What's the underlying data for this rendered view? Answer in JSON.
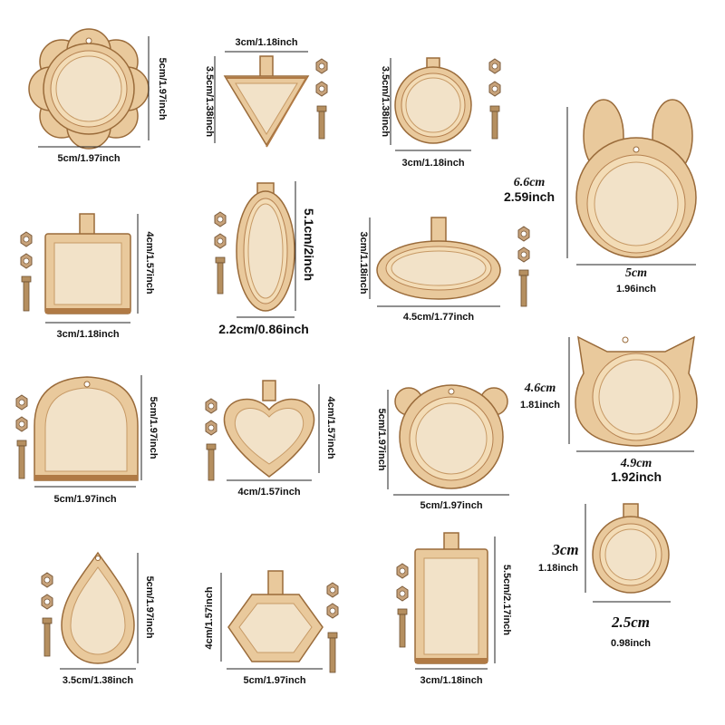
{
  "items": {
    "flower": {
      "width": "5cm/1.97inch",
      "height": "5cm/1.97inch"
    },
    "triangle": {
      "width": "3cm/1.18inch",
      "height": "3.5cm/1.38inch"
    },
    "small_round": {
      "width": "3cm/1.18inch",
      "height": "3.5cm/1.38inch"
    },
    "bunny": {
      "height_cm": "6.6cm",
      "height_in": "2.59inch",
      "width_cm": "5cm",
      "width_in": "1.96inch"
    },
    "square": {
      "width": "3cm/1.18inch",
      "height": "4cm/1.57inch"
    },
    "tall_oval": {
      "width": "2.2cm/0.86inch",
      "height": "5.1cm/2inch"
    },
    "wide_oval": {
      "width": "4.5cm/1.77inch",
      "height": "3cm/1.18inch"
    },
    "arch": {
      "width": "5cm/1.97inch",
      "height": "5cm/1.97inch"
    },
    "heart": {
      "width": "4cm/1.57inch",
      "height": "4cm/1.57inch"
    },
    "bear": {
      "width": "5cm/1.97inch",
      "height": "5cm/1.97inch"
    },
    "cat": {
      "height_cm": "4.6cm",
      "height_in": "1.81inch",
      "width_cm": "4.9cm",
      "width_in": "1.92inch"
    },
    "teardrop": {
      "width": "3.5cm/1.38inch",
      "height": "5cm/1.97inch"
    },
    "hexagon": {
      "width": "5cm/1.97inch",
      "height": "4cm/1.57inch"
    },
    "rectangle": {
      "width": "3cm/1.18inch",
      "height": "5.5cm/2.17inch"
    },
    "mini_round": {
      "height_cm": "3cm",
      "height_in": "1.18inch",
      "width_cm": "2.5cm",
      "width_in": "0.98inch"
    }
  }
}
